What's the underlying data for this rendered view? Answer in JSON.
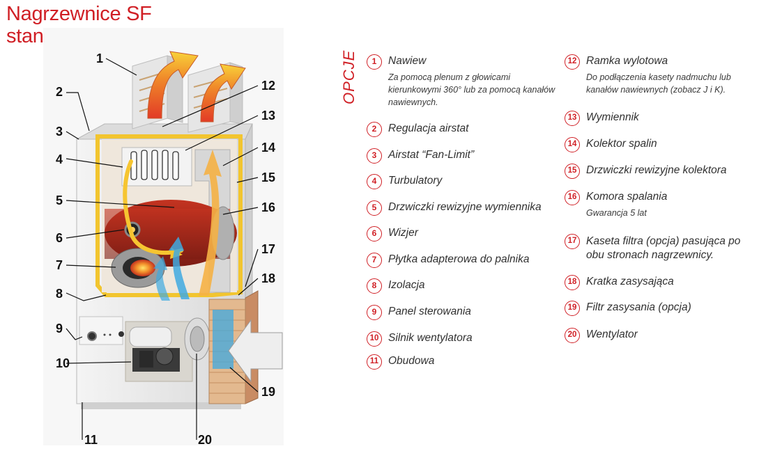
{
  "title": {
    "line1": "Nagrzewnice SF",
    "line2": "standardowe"
  },
  "options_heading": "OPCJE",
  "callouts": [
    "1",
    "2",
    "3",
    "4",
    "5",
    "6",
    "7",
    "8",
    "9",
    "10",
    "11",
    "12",
    "13",
    "14",
    "15",
    "16",
    "17",
    "18",
    "19",
    "20"
  ],
  "legend": [
    {
      "num": "1",
      "label": "Nawiew",
      "desc": "Za pomocą plenum z głowicami kierunkowymi 360° lub za pomocą kanałów nawiewnych."
    },
    {
      "num": "2",
      "label": "Regulacja airstat"
    },
    {
      "num": "3",
      "label": "Airstat “Fan-Limit”"
    },
    {
      "num": "4",
      "label": "Turbulatory"
    },
    {
      "num": "5",
      "label": "Drzwiczki rewizyjne wymiennika"
    },
    {
      "num": "6",
      "label": "Wizjer"
    },
    {
      "num": "7",
      "label": "Płytka adapterowa do palnika"
    },
    {
      "num": "8",
      "label": "Izolacja"
    },
    {
      "num": "9",
      "label": "Panel sterowania"
    },
    {
      "num": "10",
      "label": "Silnik wentylatora"
    },
    {
      "num": "11",
      "label": "Obudowa"
    },
    {
      "num": "12",
      "label": "Ramka wylotowa",
      "desc": "Do podłączenia kasety nadmuchu lub kanałów nawiewnych (zobacz J i K)."
    },
    {
      "num": "13",
      "label": "Wymiennik"
    },
    {
      "num": "14",
      "label": "Kolektor spalin"
    },
    {
      "num": "15",
      "label": "Drzwiczki rewizyjne kolektora"
    },
    {
      "num": "16",
      "label": "Komora spalania",
      "desc": "Gwarancja 5 lat"
    },
    {
      "num": "17",
      "label": "Kaseta filtra (opcja) pasująca po obu stronach nagrzewnicy."
    },
    {
      "num": "18",
      "label": "Kratka zasysająca"
    },
    {
      "num": "19",
      "label": "Filtr zasysania (opcja)"
    },
    {
      "num": "20",
      "label": "Wentylator"
    }
  ],
  "colors": {
    "accent": "#d01f25",
    "airflow_hot": "#e8452a",
    "airflow_warm": "#f6c531",
    "airflow_cold": "#3fa9e0",
    "insulation": "#f2d24b",
    "casing": "#e9e9e9"
  }
}
